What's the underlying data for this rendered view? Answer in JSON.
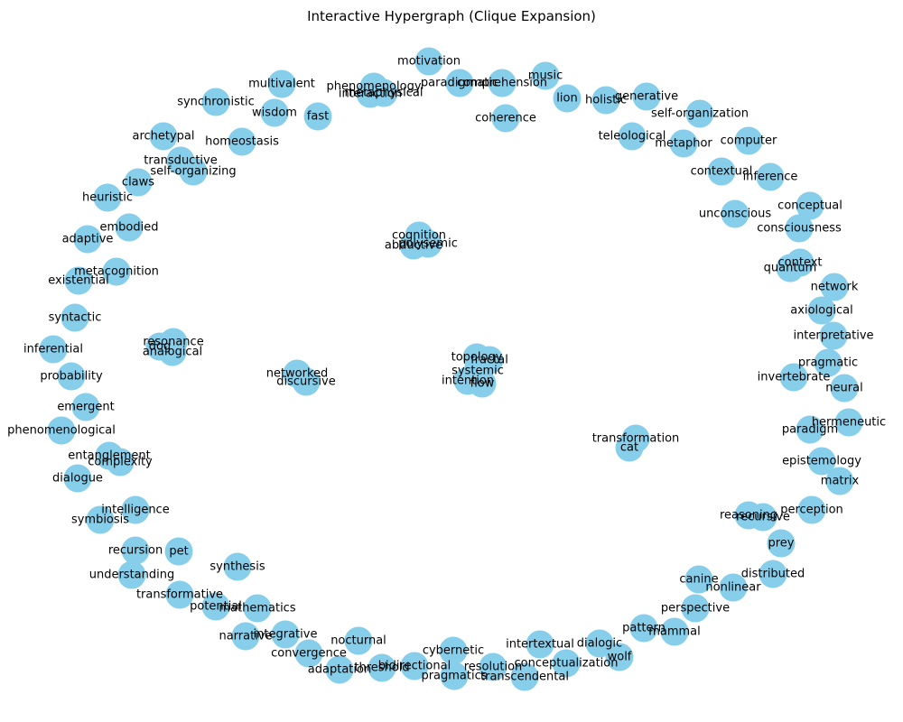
{
  "title": "Interactive Hypergraph (Clique Expansion)",
  "colors": {
    "node": "#87ceeb",
    "label": "#000000",
    "background": "#ffffff"
  },
  "edges": [],
  "nodes": [
    "motivation",
    "paradigmatic",
    "comprehension",
    "music",
    "phenomenology",
    "metaphysical",
    "interaction",
    "multivalent",
    "lion",
    "holistic",
    "generative",
    "synchronistic",
    "wisdom",
    "fast",
    "coherence",
    "self-organization",
    "archetypal",
    "homeostasis",
    "teleological",
    "metaphor",
    "computer",
    "transductive",
    "self-organizing",
    "claws",
    "contextual",
    "inference",
    "heuristic",
    "conceptual",
    "unconscious",
    "embodied",
    "consciousness",
    "adaptive",
    "cognition",
    "polysemic",
    "abductive",
    "context",
    "quantum",
    "metacognition",
    "existential",
    "network",
    "axiological",
    "syntactic",
    "interpretative",
    "resonance",
    "dog",
    "analogical",
    "inferential",
    "topology",
    "fractal",
    "systemic",
    "intention",
    "flow",
    "pragmatic",
    "networked",
    "discursive",
    "invertebrate",
    "neural",
    "probability",
    "emergent",
    "hermeneutic",
    "paradigm",
    "phenomenological",
    "transformation",
    "cat",
    "epistemology",
    "entanglement",
    "complexity",
    "matrix",
    "dialogue",
    "perception",
    "reasoning",
    "recursive",
    "intelligence",
    "symbiosis",
    "prey",
    "recursion",
    "pet",
    "distributed",
    "synthesis",
    "canine",
    "nonlinear",
    "understanding",
    "transformative",
    "perspective",
    "potential",
    "mathematics",
    "pattern",
    "mammal",
    "narrative",
    "integrative",
    "intertextual",
    "dialogic",
    "nocturnal",
    "cybernetic",
    "wolf",
    "convergence",
    "conceptualization",
    "bidirectional",
    "threshold",
    "resolution",
    "adaptation",
    "pragmatics",
    "transcendental"
  ]
}
